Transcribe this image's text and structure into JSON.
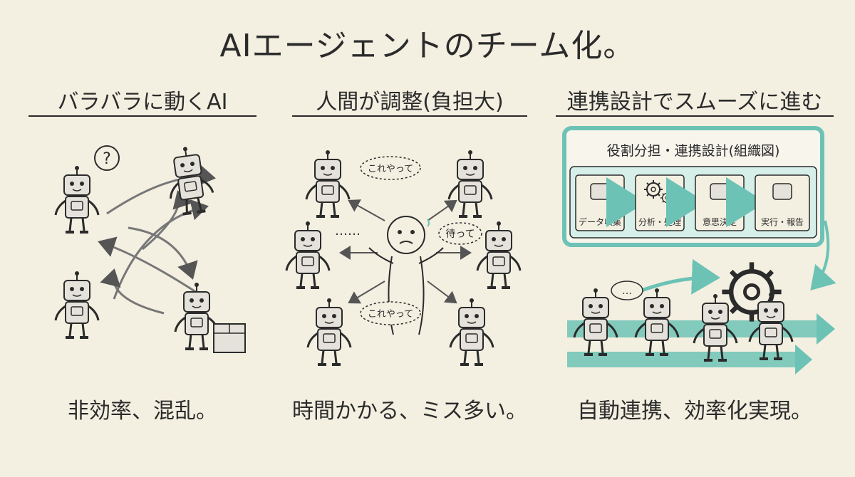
{
  "title": "AIエージェントのチーム化。",
  "columns": [
    {
      "heading": "バラバラに動くAI",
      "caption": "非効率、混乱。",
      "bubbles": [
        "?"
      ]
    },
    {
      "heading": "人間が調整(負担大)",
      "caption": "時間かかる、ミス多い。",
      "bubbles": [
        "これやって",
        "……",
        "待って",
        "これやって"
      ]
    },
    {
      "heading": "連携設計でスムーズに進む",
      "caption": "自動連携、効率化実現。",
      "org_title": "役割分担・連携設計(組織図)",
      "roles": [
        "データ収集",
        "分析・処理",
        "意思決定",
        "実行・報告"
      ],
      "bubbles": [
        "…"
      ]
    }
  ],
  "colors": {
    "background": "#f3efe1",
    "ink": "#2b2b2b",
    "teal": "#6cc3b5",
    "teal_light": "#d6efe9",
    "robot_fill": "#e4e2da"
  }
}
